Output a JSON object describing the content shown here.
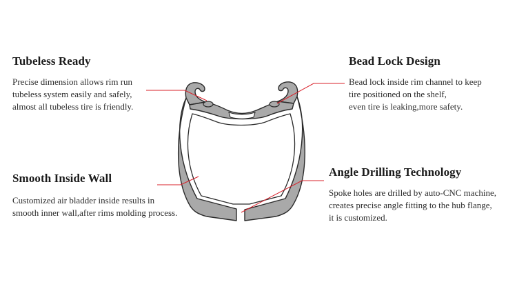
{
  "features": {
    "tubeless": {
      "title": "Tubeless Ready",
      "lines": [
        "Precise dimension allows rim run",
        "tubeless system easily and safely,",
        "almost all tubeless tire is friendly."
      ]
    },
    "bead_lock": {
      "title": "Bead Lock Design",
      "lines": [
        "Bead lock inside rim channel to keep",
        "tire positioned on the shelf,",
        "even tire is leaking,more safety."
      ]
    },
    "smooth_wall": {
      "title": "Smooth Inside Wall",
      "lines": [
        "Customized air bladder inside results in",
        "smooth inner wall,after rims molding process."
      ]
    },
    "angle_drilling": {
      "title": "Angle Drilling Technology",
      "lines": [
        "Spoke holes are drilled by auto-CNC machine,",
        "creates precise angle fitting to the hub flange,",
        "it is customized."
      ]
    }
  },
  "colors": {
    "rim_fill": "#a9a9a9",
    "rim_stroke": "#2a2a2a",
    "leader": "#d9202a"
  }
}
